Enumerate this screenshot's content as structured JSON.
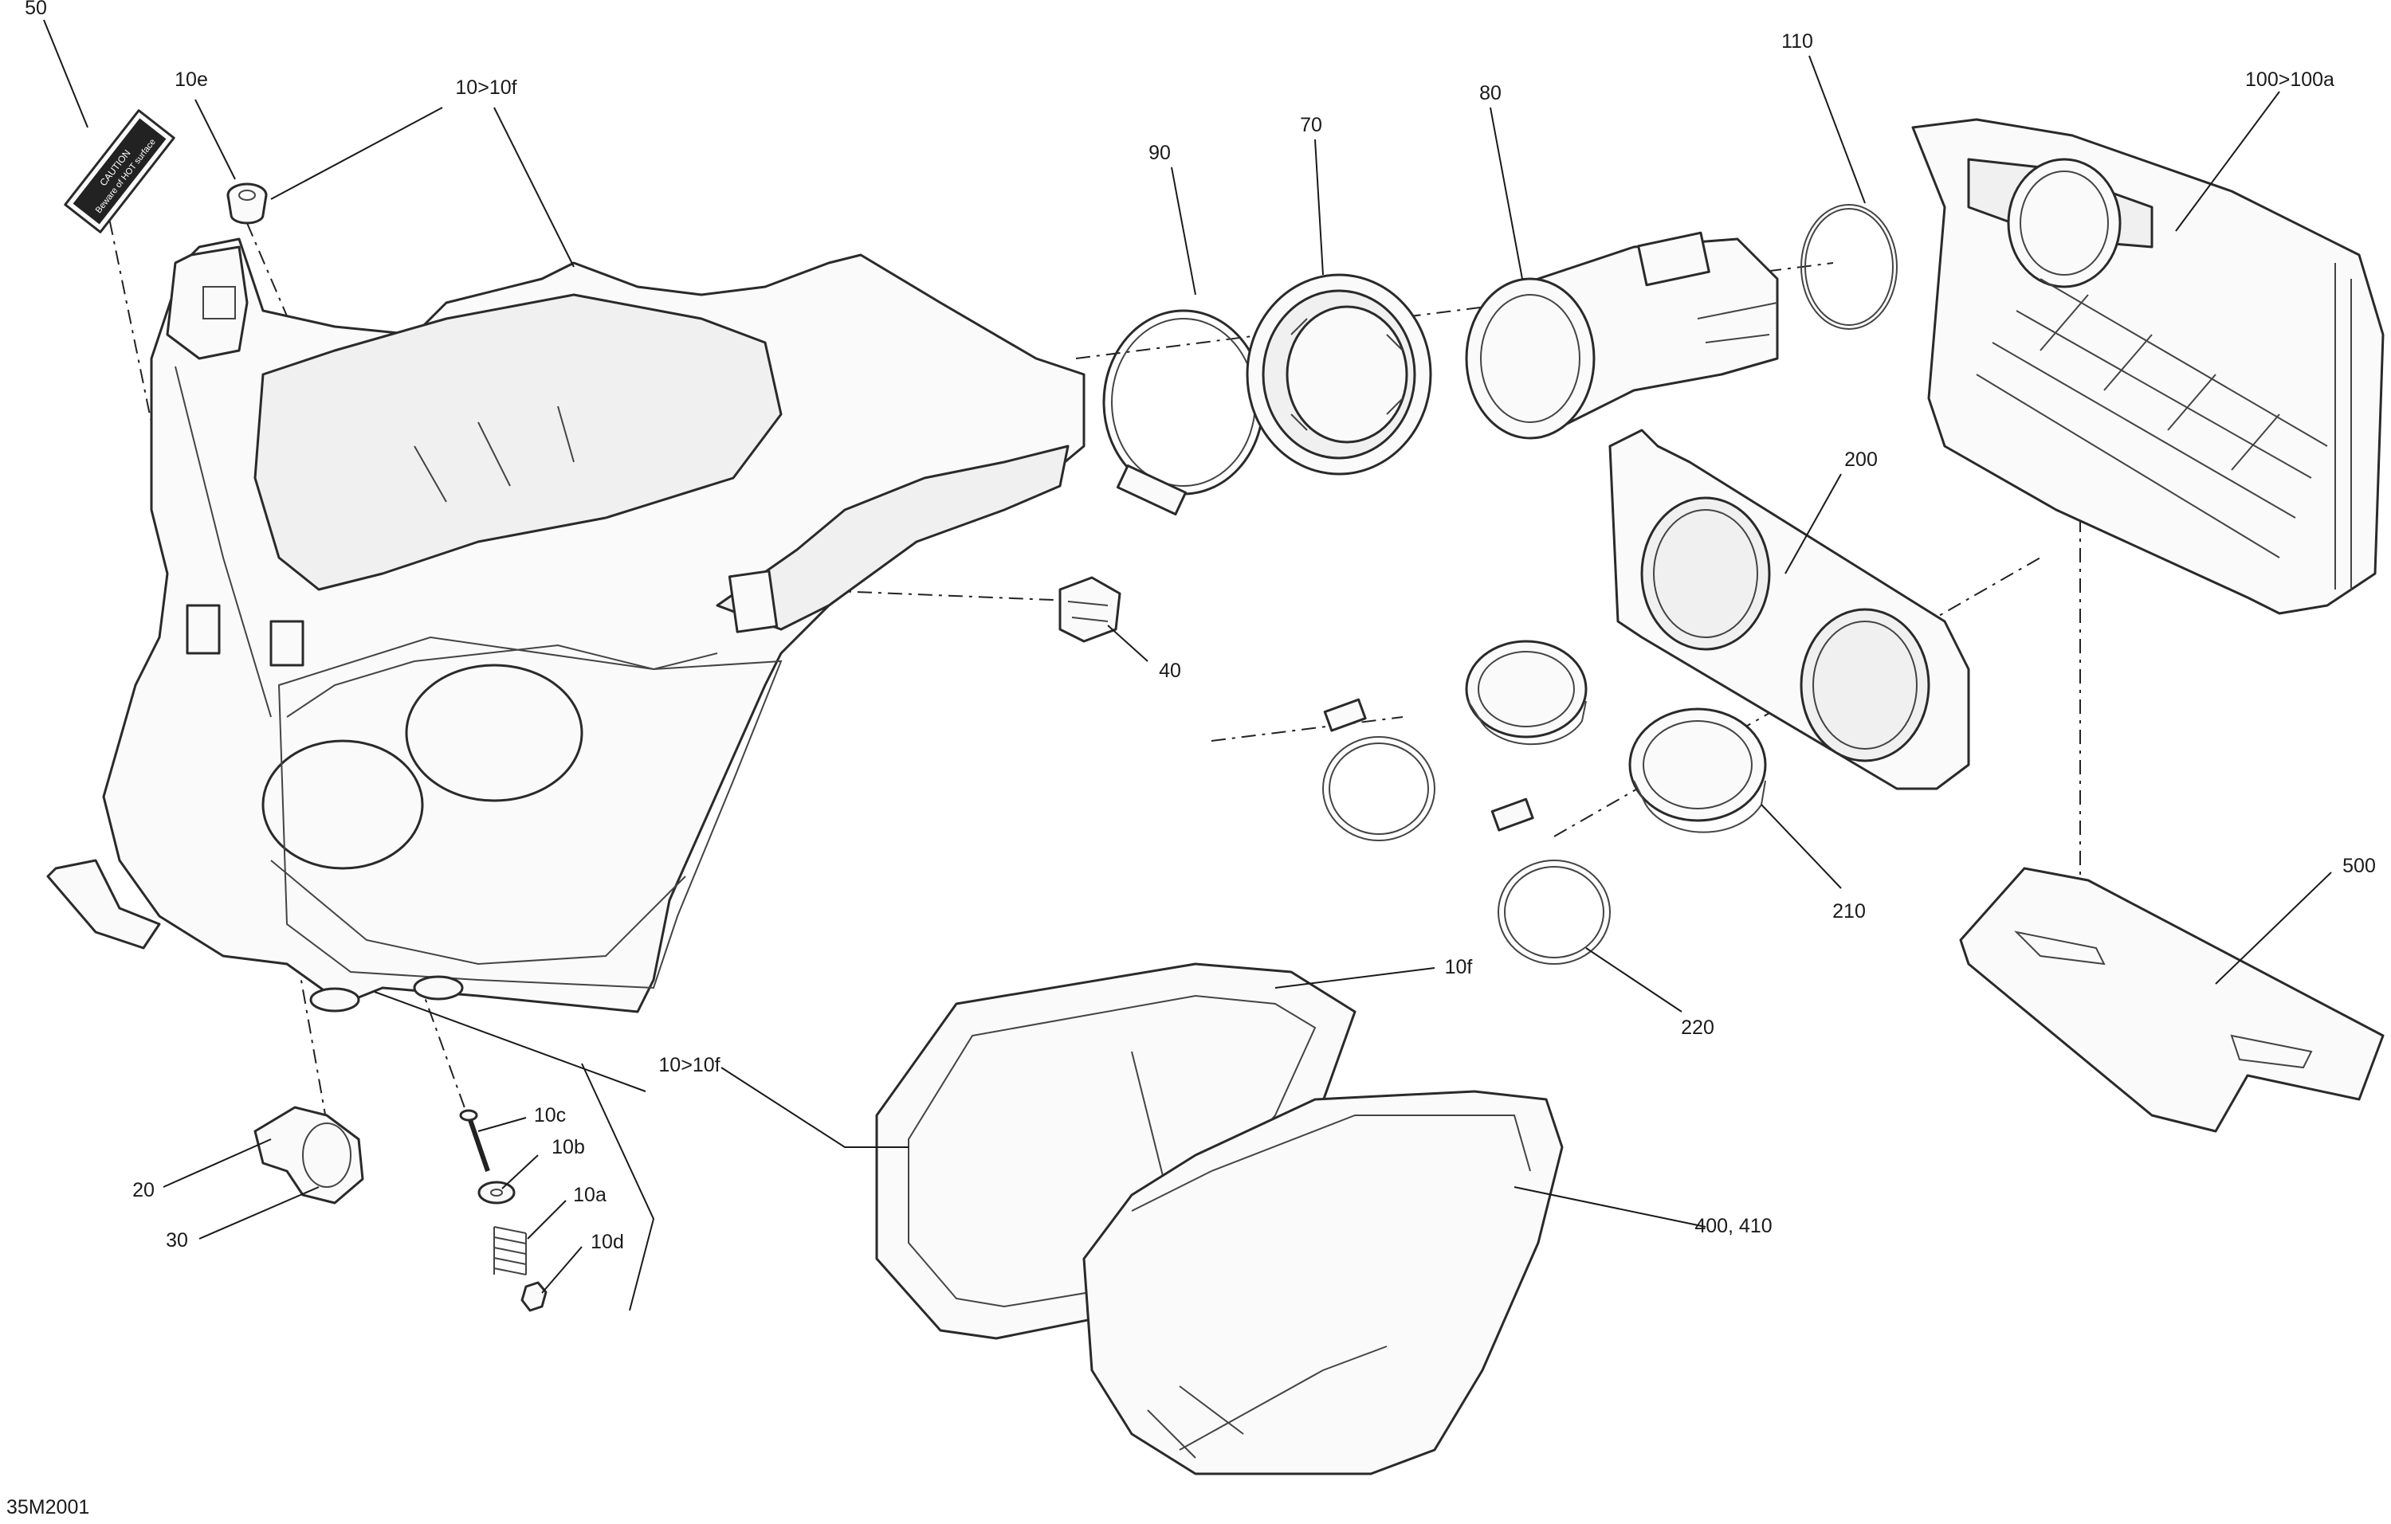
{
  "drawing_code": "35M2001",
  "labels": {
    "p50": "50",
    "p10e": "10e",
    "p10_10f_top": "10>10f",
    "p90": "90",
    "p70": "70",
    "p80": "80",
    "p110": "110",
    "p100": "100>100a",
    "p200": "200",
    "p40": "40",
    "p210": "210",
    "p220": "220",
    "p500": "500",
    "p10f": "10f",
    "p10_10f_bottom": "10>10f",
    "p10c": "10c",
    "p10b": "10b",
    "p10a": "10a",
    "p10d": "10d",
    "p20": "20",
    "p30": "30",
    "p400": "400, 410"
  },
  "decal_text": {
    "line1": "CAUTION",
    "line2": "Beware of HOT surface"
  }
}
